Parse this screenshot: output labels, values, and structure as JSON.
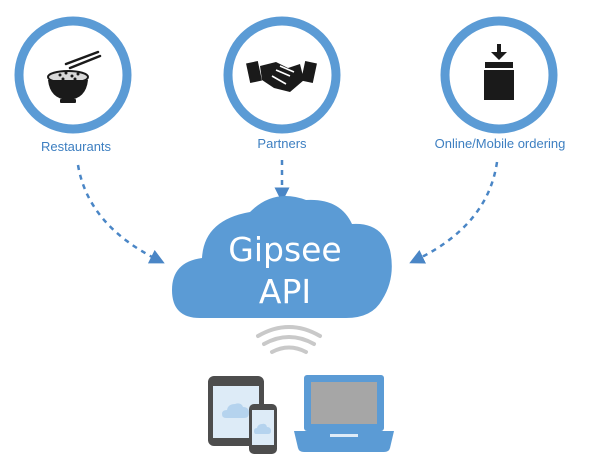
{
  "sources": [
    {
      "label": "Restaurants",
      "icon": "rice-bowl-chopsticks-icon"
    },
    {
      "label": "Partners",
      "icon": "handshake-icon"
    },
    {
      "label": "Online/Mobile ordering",
      "icon": "box-arrow-icon"
    }
  ],
  "hub": {
    "line1": "Gipsee",
    "line2": "API",
    "icon": "cloud-icon"
  },
  "devices": [
    "tablet-icon",
    "phone-icon",
    "laptop-icon"
  ],
  "colors": {
    "accent": "#5b9bd5",
    "label": "#3d7fc1",
    "ring_fill": "#ffffff",
    "icon": "#1a1a1a",
    "device_frame": "#555555",
    "laptop_screen": "#a6a6a6"
  }
}
